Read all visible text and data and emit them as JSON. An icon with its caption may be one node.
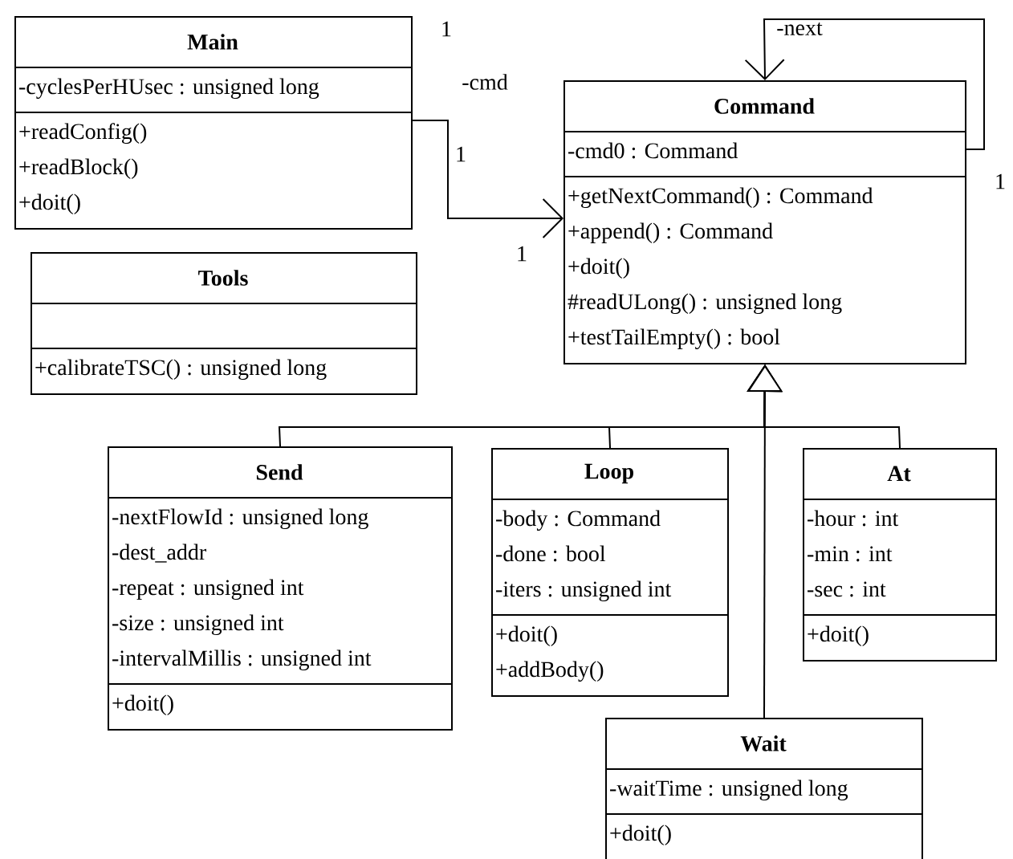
{
  "diagram": {
    "nodes": [
      {
        "text": [
          "Main",
          "-cyclesPerHUsec : unsigned long",
          "+readConfig()",
          "+readBlock()",
          "+doit()"
        ]
      },
      {
        "text": [
          "Command",
          "-cmd0 : Command",
          "+getNextCommand() : Command",
          "+append() : Command",
          "+doit()",
          "#readULong() : unsigned long",
          "+testTailEmpty() : bool"
        ]
      },
      {
        "text": [
          "Tools",
          "+calibrateTSC() : unsigned long"
        ]
      },
      {
        "text": [
          "Send",
          "-nextFlowId : unsigned long",
          "-dest_addr",
          "-repeat : unsigned int",
          "-size : unsigned int",
          "-intervalMillis : unsigned int",
          "+doit()"
        ]
      },
      {
        "text": [
          "Loop",
          "-body : Command",
          "-done : bool",
          "-iters : unsigned int",
          "+doit()",
          "+addBody()"
        ]
      },
      {
        "text": [
          "At",
          "-hour : int",
          "-min : int",
          "-sec : int",
          "+doit()"
        ]
      },
      {
        "text": [
          "Wait",
          "-waitTime : unsigned long",
          "+doit()"
        ]
      }
    ],
    "edges": [
      {
        "from": 0,
        "to": 1,
        "arrow": "to"
      },
      {
        "from": 1,
        "to": 1,
        "arrow": "to",
        "label": "-next"
      },
      {
        "from": 3,
        "to": 1,
        "arrow": "to"
      },
      {
        "from": 4,
        "to": 1,
        "arrow": "to"
      },
      {
        "from": 5,
        "to": 1,
        "arrow": "to"
      },
      {
        "from": 6,
        "to": 1,
        "arrow": "to"
      }
    ],
    "labels": [
      "1",
      "-cmd",
      "1",
      "1",
      "1"
    ]
  }
}
